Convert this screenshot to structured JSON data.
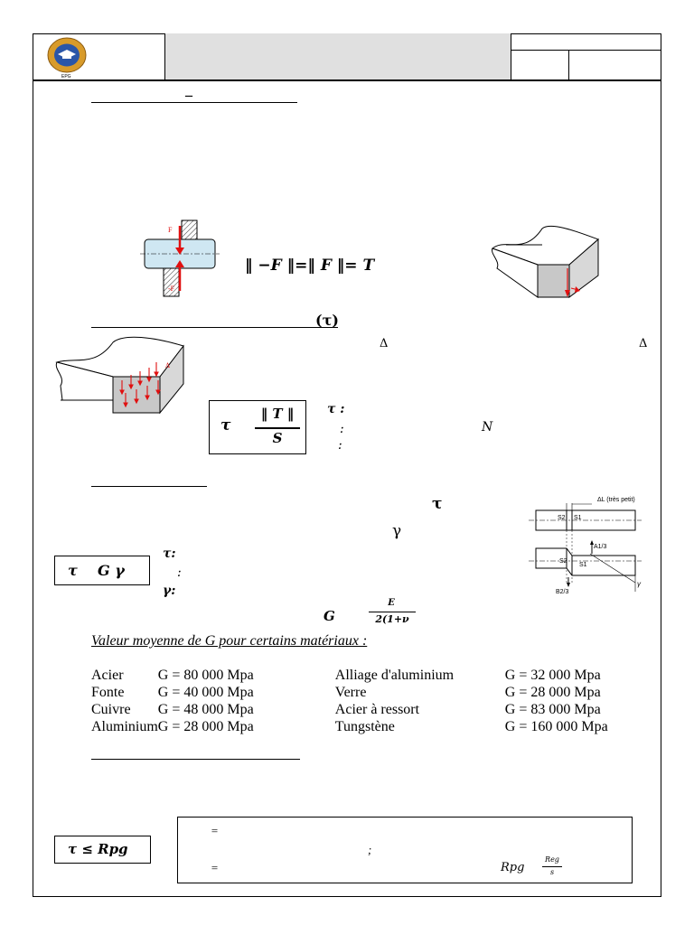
{
  "header": {
    "logo_text": "EPG"
  },
  "section1": {
    "title_dash": "–",
    "equation": "‖ −F ‖=‖ F ‖= T",
    "fig_labels": {
      "f_top": "F",
      "f_bottom": "-F"
    }
  },
  "section2": {
    "title_symbol": "(τ)",
    "delta1": "Δ",
    "delta2": "Δ",
    "fig_delta": "Δ",
    "formula": {
      "lhs": "τ",
      "num": "‖ T ‖",
      "den": "S"
    },
    "legend": {
      "l1": "τ :",
      "l2": ":",
      "l3": ":",
      "unit_n": "N"
    }
  },
  "section3": {
    "tau": "τ",
    "gamma": "γ",
    "formula": "τ    G γ",
    "legend": {
      "l1": "τ:",
      "l2": ":",
      "l3": "γ:"
    },
    "g_formula": {
      "lhs": "G",
      "num": "E",
      "den": "2(1+ν"
    },
    "fig_labels": {
      "delta": "ΔL (très petit)",
      "s2a": "S2",
      "s1a": "S1",
      "a13": "A1/3",
      "s2b": "S2",
      "s1b": "S1",
      "b23": "B2/3",
      "gamma": "γ"
    }
  },
  "materials": {
    "title": "Valeur moyenne de G pour certains matériaux :",
    "rows": [
      {
        "m1": "Acier",
        "v1": "G =  80 000 Mpa",
        "m2": "Alliage d'aluminium",
        "v2": "G =  32 000 Mpa"
      },
      {
        "m1": "Fonte",
        "v1": "G =  40 000 Mpa",
        "m2": "Verre",
        "v2": "G =  28 000 Mpa"
      },
      {
        "m1": "Cuivre",
        "v1": "G =  48 000 Mpa",
        "m2": "Acier à ressort",
        "v2": "G =  83 000 Mpa"
      },
      {
        "m1": "Aluminium",
        "v1": "G =  28 000 Mpa",
        "m2": "Tungstène",
        "v2": "G =  160 000 Mpa"
      }
    ]
  },
  "section4": {
    "condition": "τ ≤ Rpg",
    "eq1": "=",
    "semicolon": ";",
    "eq2": "=",
    "rpg": "Rpg",
    "frac_num": "Reg",
    "frac_den": "s"
  }
}
